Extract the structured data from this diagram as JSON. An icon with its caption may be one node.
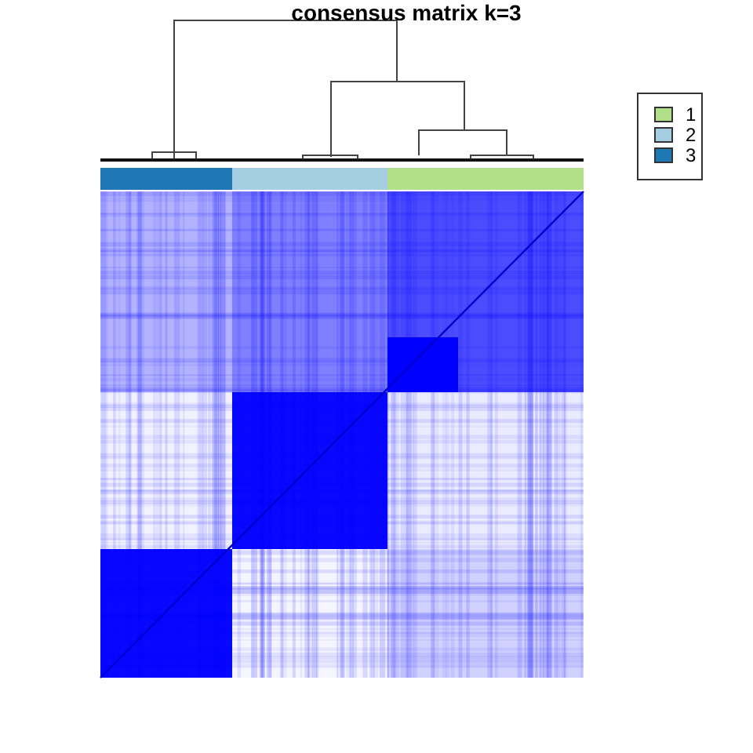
{
  "diagram": {
    "title": "consensus matrix k=3",
    "legend": [
      {
        "text": "1",
        "color": "#b2df8a"
      },
      {
        "text": "2",
        "color": "#a6cee3"
      },
      {
        "text": "3",
        "color": "#1f78b4"
      }
    ]
  }
}
